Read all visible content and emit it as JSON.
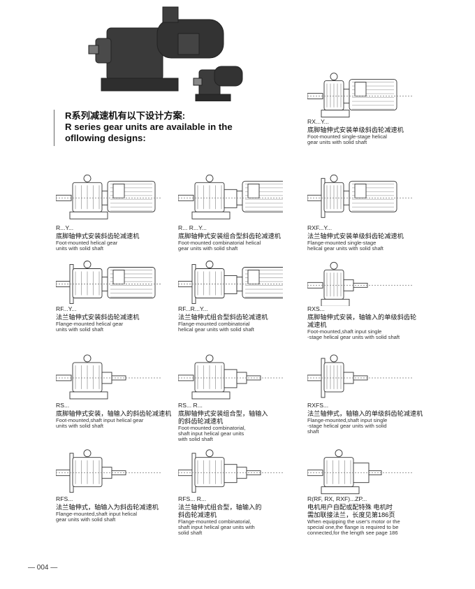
{
  "heading": {
    "cn": "R系列减速机有以下设计方案:",
    "en_line1": "R series gear units are  available in the",
    "en_line2": "ofllowing designs:"
  },
  "designs": [
    {
      "code": "RX...Y...",
      "cn": [
        "底脚轴伸式安装单级斜齿轮减速机"
      ],
      "en": [
        "Foot-mounted single-stage helical",
        "gear units with solid shaft"
      ]
    },
    {
      "code": "R...Y...",
      "cn": [
        "底脚轴伸式安装斜齿轮减速机"
      ],
      "en": [
        "Foot-mounted helical gear",
        "units with solid shaft"
      ]
    },
    {
      "code": "R... R...Y...",
      "cn": [
        "底脚轴伸式安装组合型斜齿轮减速机"
      ],
      "en": [
        "Foot-mounted combinatorial helical",
        "gear units with solid shaft"
      ]
    },
    {
      "code": "RXF...Y...",
      "cn": [
        "法兰轴伸式安装单级斜齿轮减速机"
      ],
      "en": [
        "Flange-mounted single-stage",
        "helical gear units with solid shaft"
      ]
    },
    {
      "code": "RF...Y...",
      "cn": [
        "法兰轴伸式安装斜齿轮减速机"
      ],
      "en": [
        "Flange-mounted helical gear",
        "units with solid shaft"
      ]
    },
    {
      "code": "RF...R...Y...",
      "cn": [
        "法兰轴伸式组合型斜齿轮减速机"
      ],
      "en": [
        "Flange-mounted combinatorial",
        "helical gear units with solid shaft"
      ]
    },
    {
      "code": "RXS...",
      "cn": [
        "底脚轴伸式安装，轴输入的单级斜齿轮",
        "减速机"
      ],
      "en": [
        "Foot-mounted,shaft input single",
        "-stage helical gear units with solid shaft"
      ]
    },
    {
      "code": "RS...",
      "cn": [
        "底脚轴伸式安装，轴输入的斜齿轮减速机"
      ],
      "en": [
        "Foot-mounted,shaft input helical gear",
        "units with solid shaft"
      ]
    },
    {
      "code": "RS... R...",
      "cn": [
        "底脚轴伸式安装组合型，轴输入",
        "的斜齿轮减速机"
      ],
      "en": [
        "Foot-mounted combinatorial,",
        "shaft input helical gear units",
        "with solid shaft"
      ]
    },
    {
      "code": "RXFS...",
      "cn": [
        "法兰轴伸式，轴输入的单级斜齿轮减速机"
      ],
      "en": [
        "Flange-mounted,shaft input single",
        "-stage helical gear units with solid",
        "shaft"
      ]
    },
    {
      "code": "RFS...",
      "cn": [
        "法兰轴伸式，轴输入为斜齿轮减速机"
      ],
      "en": [
        "Flange-mounted,shaft input helical",
        "gear units with solid shaft"
      ]
    },
    {
      "code": "RFS... R...",
      "cn": [
        "法兰轴伸式组合型，轴输入的",
        "斜齿轮减速机"
      ],
      "en": [
        "Flange-mounted combinatorial,",
        "shaft input helical gear units with",
        "solid shaft"
      ]
    },
    {
      "code": "R(RF, RX, RXF)...ZP...",
      "cn": [
        "电机用户自配或配特殊 电机时",
        "需加联接法兰，长度见第186页"
      ],
      "en": [
        "When equipping the user's motor or the",
        "special one,the flange is required to be",
        "connected,for the length see page 186"
      ]
    }
  ],
  "footer": {
    "page_number": "— 004 —"
  }
}
